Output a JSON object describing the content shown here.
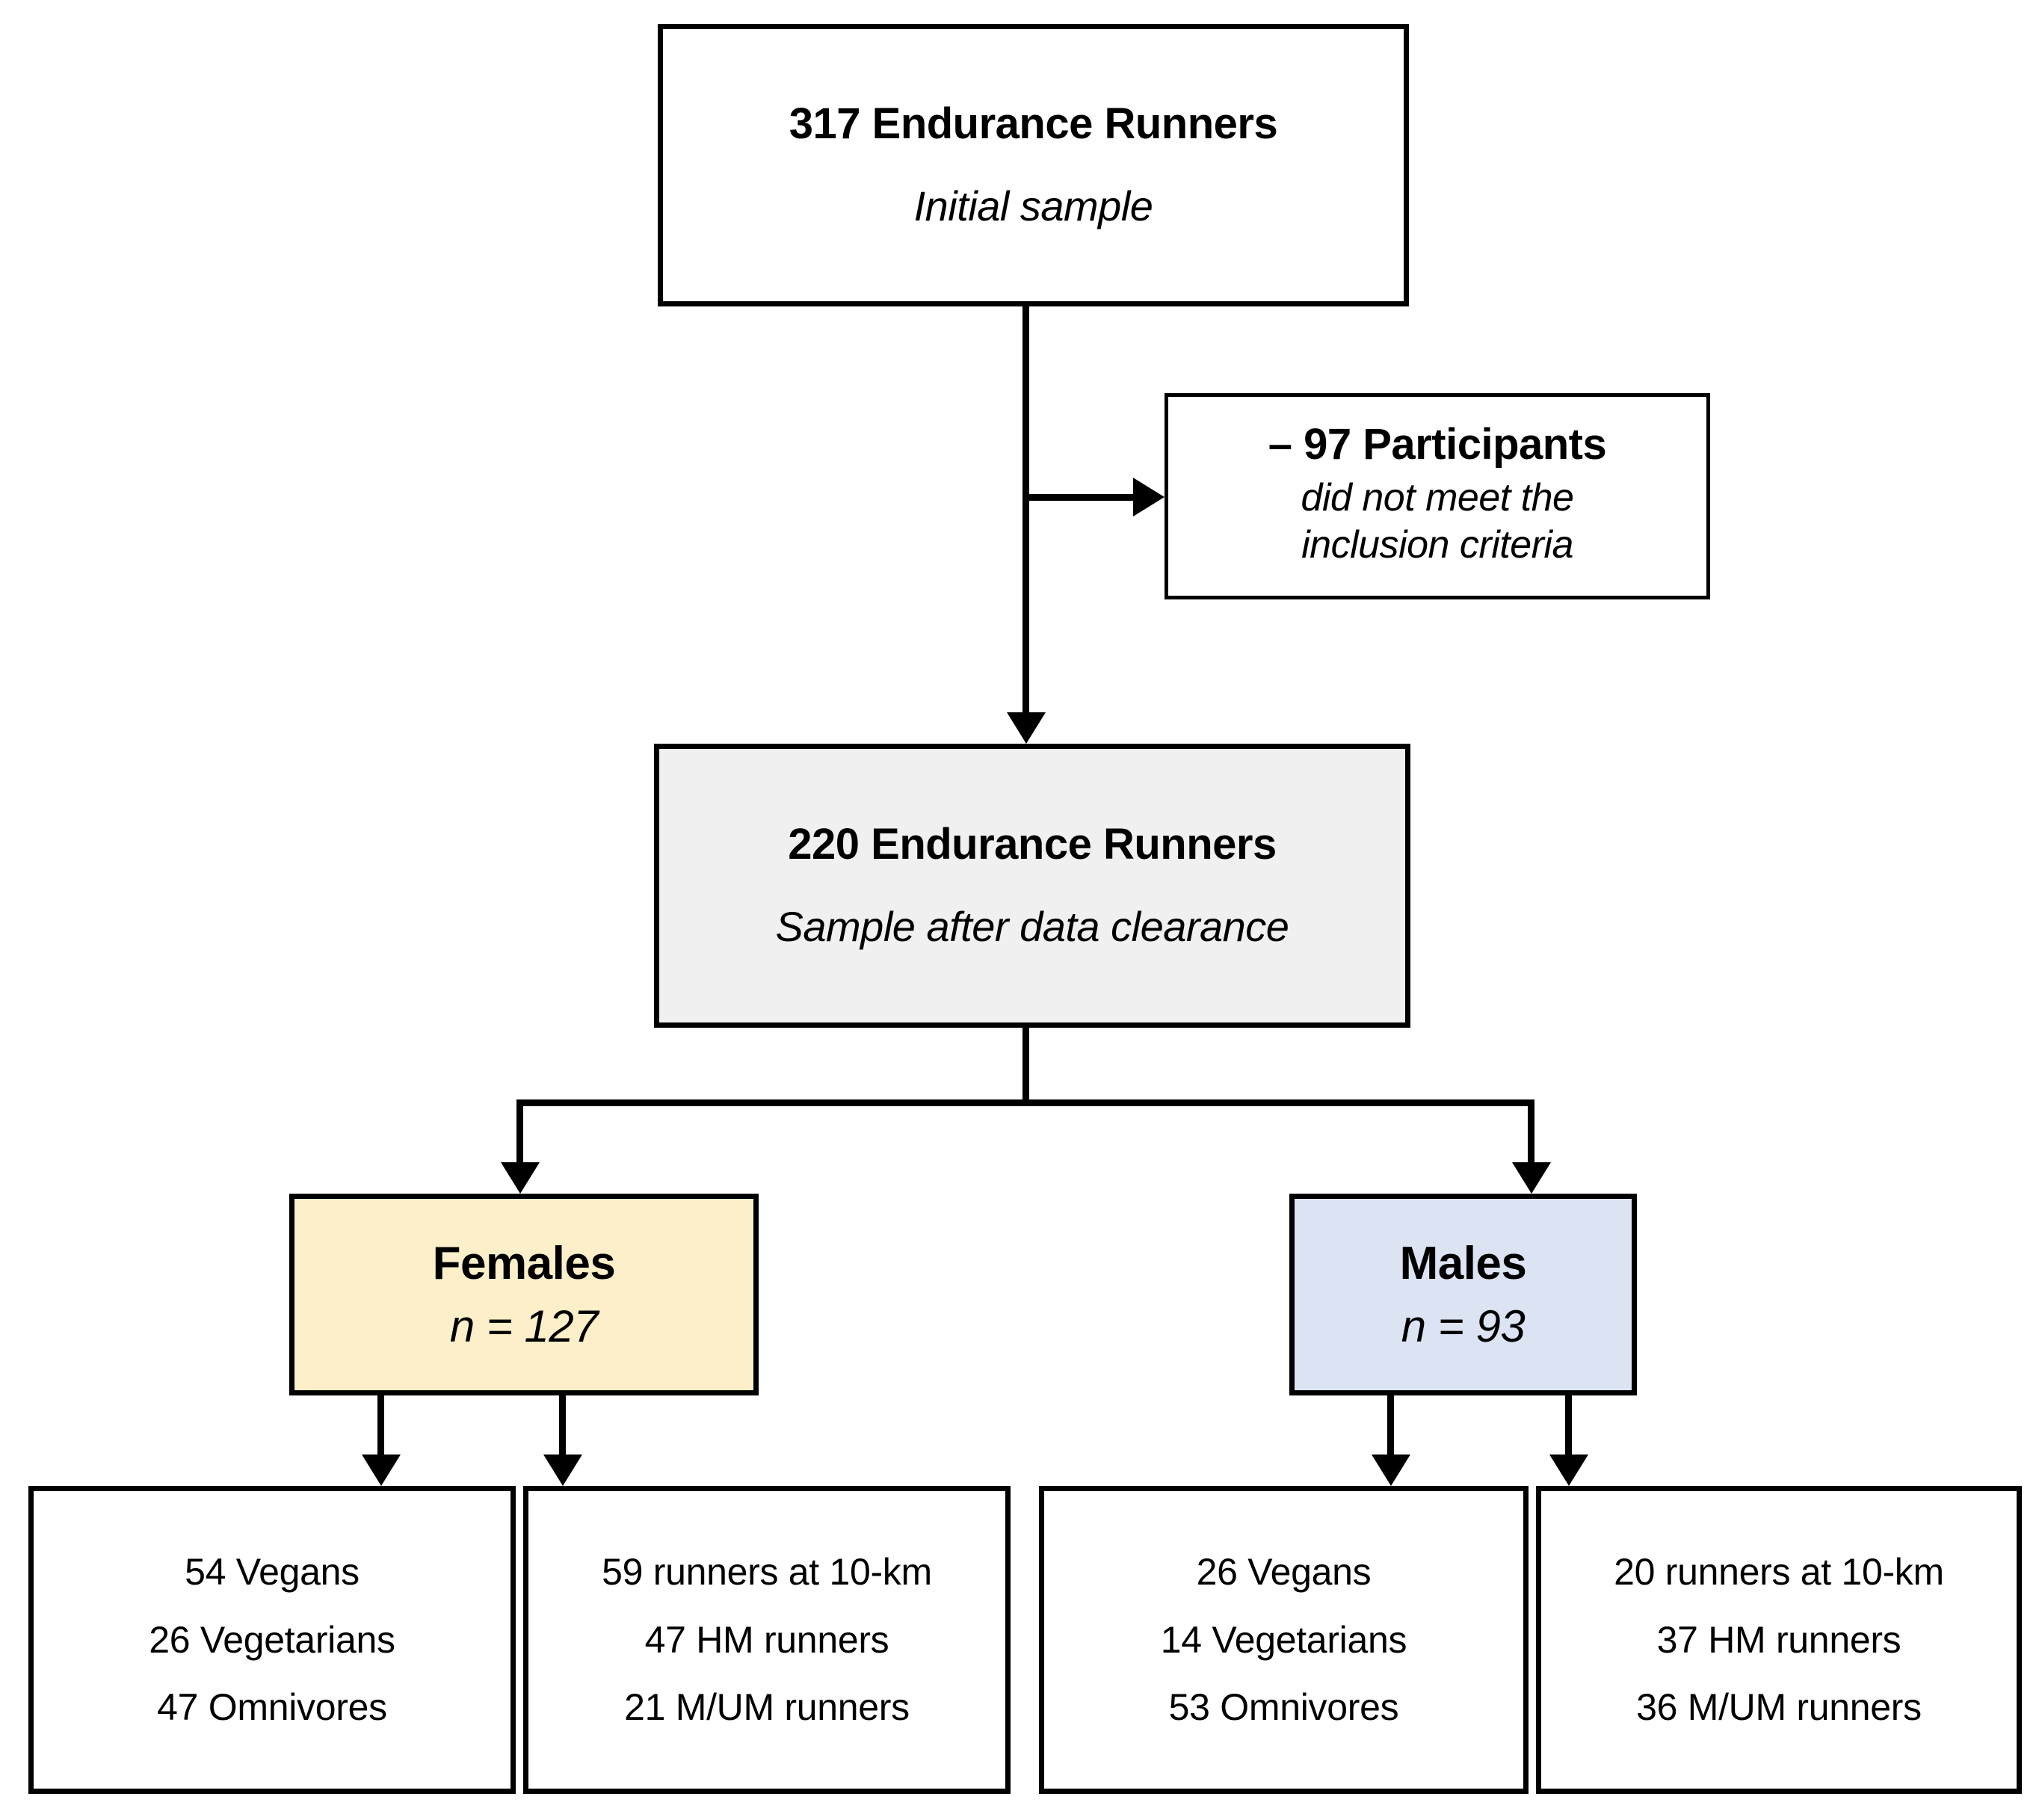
{
  "diagram": {
    "type": "participant-flow-chart",
    "accent_colors": {
      "females_fill": "#FCEFC9",
      "males_fill": "#DCE3F3",
      "cleared_fill": "#F0F0F0",
      "line": "#000000"
    },
    "nodes": {
      "initial": {
        "title": "317 Endurance Runners",
        "subtitle": "Initial sample"
      },
      "excluded": {
        "title": "– 97 Participants",
        "line1": "did not meet the",
        "line2": "inclusion criteria"
      },
      "cleared": {
        "title": "220 Endurance Runners",
        "subtitle": "Sample after data clearance"
      },
      "females": {
        "title": "Females",
        "subtitle": "n = 127"
      },
      "males": {
        "title": "Males",
        "subtitle": "n = 93"
      },
      "females_diet": {
        "lines": [
          "54 Vegans",
          "26 Vegetarians",
          "47 Omnivores"
        ]
      },
      "females_distance": {
        "lines": [
          "59 runners at 10-km",
          "47 HM runners",
          "21 M/UM runners"
        ]
      },
      "males_diet": {
        "lines": [
          "26 Vegans",
          "14 Vegetarians",
          "53 Omnivores"
        ]
      },
      "males_distance": {
        "lines": [
          "20 runners at 10-km",
          "37 HM runners",
          "36 M/UM runners"
        ]
      }
    }
  }
}
